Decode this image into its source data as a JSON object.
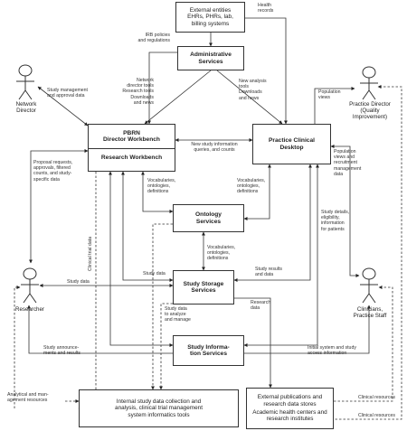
{
  "boxes": {
    "external_entities": "External entities\nEHRs, PHRs, lab,\nbilling systems",
    "administrative": "Administrative\nServices",
    "pbrn_director": "PBRN\nDirector Workbench",
    "research_workbench": "Research Workbench",
    "practice_clinical": "Practice Clinical\nDesktop",
    "ontology": "Ontology\nServices",
    "study_storage": "Study Storage\nServices",
    "study_information": "Study Informa-\ntion Services",
    "internal_study": "Internal study data collection and\nanalysis, clinical trial management\nsystem informatics tools",
    "external_pubs": "External publications and\nresearch data stores",
    "academic_centers": "Academic health centers and\nresearch institutes"
  },
  "actors": {
    "network_director": "Network\nDirector",
    "practice_director": "Practice Director\n(Quality\nImprovement)",
    "researcher": "Researcher",
    "clinicians": "Clinicians,\nPractice Staff"
  },
  "labels": {
    "health_records": "Health\nrecords",
    "irb": "IRB policies\nand regulations",
    "study_mgmt": "Study management\nand approval data",
    "network_tools": "Network\ndirector tools\nResearch tools\nDownloads\nand news",
    "new_analysis_tools": "New analysis\ntools\nDownloads\nand news",
    "population_views": "Population\nviews",
    "new_study_info": "New study information\nqueries, and counts",
    "population_recruitment": "Population\nviews and\nrecruitment\nmanagement\ndata",
    "proposal_requests": "Proposal requests,\napprovals, filtered\ncounts, and study-\nspecific data",
    "vocab_left": "Vocabularies,\nontologies,\ndefinitions",
    "vocab_right": "Vocabularies,\nontologies,\ndefinitions",
    "vocab_lower": "Vocabularies,\nontologies,\ndefinitions",
    "clinical_trial_data": "Clinical trial data",
    "study_details": "Study details,\neligibility,\ninformation\nfor patients",
    "study_data_top": "Study data",
    "study_data_left": "Study data",
    "study_results": "Study results\nand data",
    "study_data_analyze": "Study data\nto analyze\nand manage",
    "research_data": "Research\ndata",
    "study_announcements": "Study announce-\nments and results",
    "initial_system": "Initial system and study\naccess information",
    "analytical_resources": "Analytical and man-\nagement resources",
    "clinical_resources_1": "Clinical resources",
    "clinical_resources_2": "Clinical resources"
  }
}
